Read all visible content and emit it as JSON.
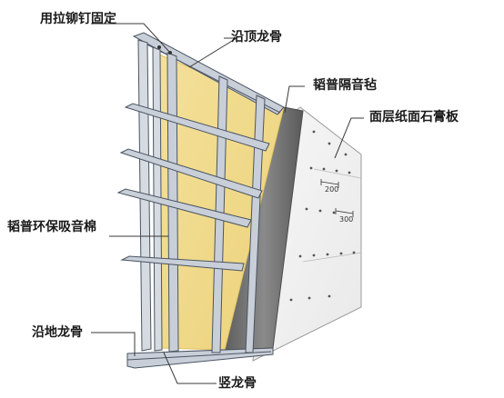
{
  "labels": {
    "rivet": "用拉铆钉固定",
    "top_track": "沿顶龙骨",
    "felt": "韬普隔音毡",
    "gypsum": "面层纸面石膏板",
    "wool": "韬普环保吸音棉",
    "floor_track": "沿地龙骨",
    "stud": "竖龙骨"
  },
  "dimensions": {
    "screw_spacing_a": "200",
    "screw_spacing_b": "300"
  },
  "colors": {
    "wool_fill": "#f0d98a",
    "wool_edge": "#e6c86a",
    "felt_fill": "#6d6d6d",
    "board_fill": "#f2f2f2",
    "steel": "#c9cfd8",
    "steel_edge": "#4a5563",
    "leader": "#3a3a3a"
  }
}
